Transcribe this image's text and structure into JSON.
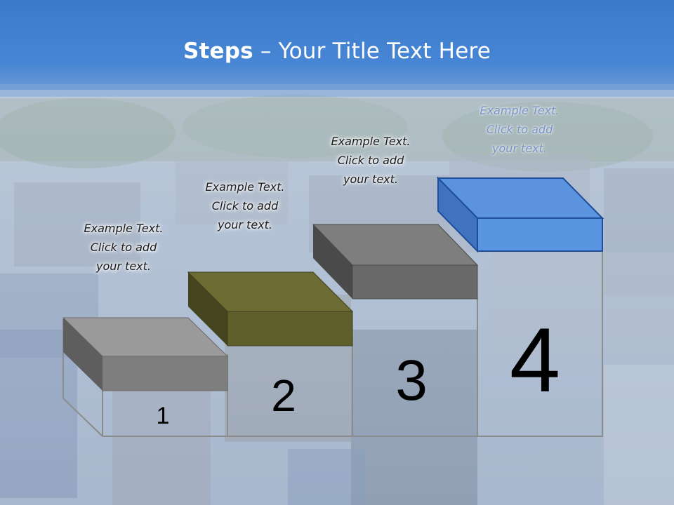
{
  "title": {
    "bold": "Steps",
    "dash": " – ",
    "rest": "Your Title Text Here"
  },
  "steps": [
    {
      "number": "1",
      "text": [
        "Example Text.",
        "Click  to add",
        "your text."
      ]
    },
    {
      "number": "2",
      "text": [
        "Example Text.",
        "Click  to add",
        "your text."
      ]
    },
    {
      "number": "3",
      "text": [
        "Example Text.",
        "Click  to add",
        "your text."
      ]
    },
    {
      "number": "4",
      "text": [
        "Example Text.",
        "Click  to add",
        "your text."
      ]
    }
  ],
  "colors": {
    "header": "#3f7fcf",
    "step1_block": "#808080",
    "step2_block": "#5e5e2c",
    "step3_block": "#6e6e6e",
    "step4_block": "#4f8ad8"
  }
}
